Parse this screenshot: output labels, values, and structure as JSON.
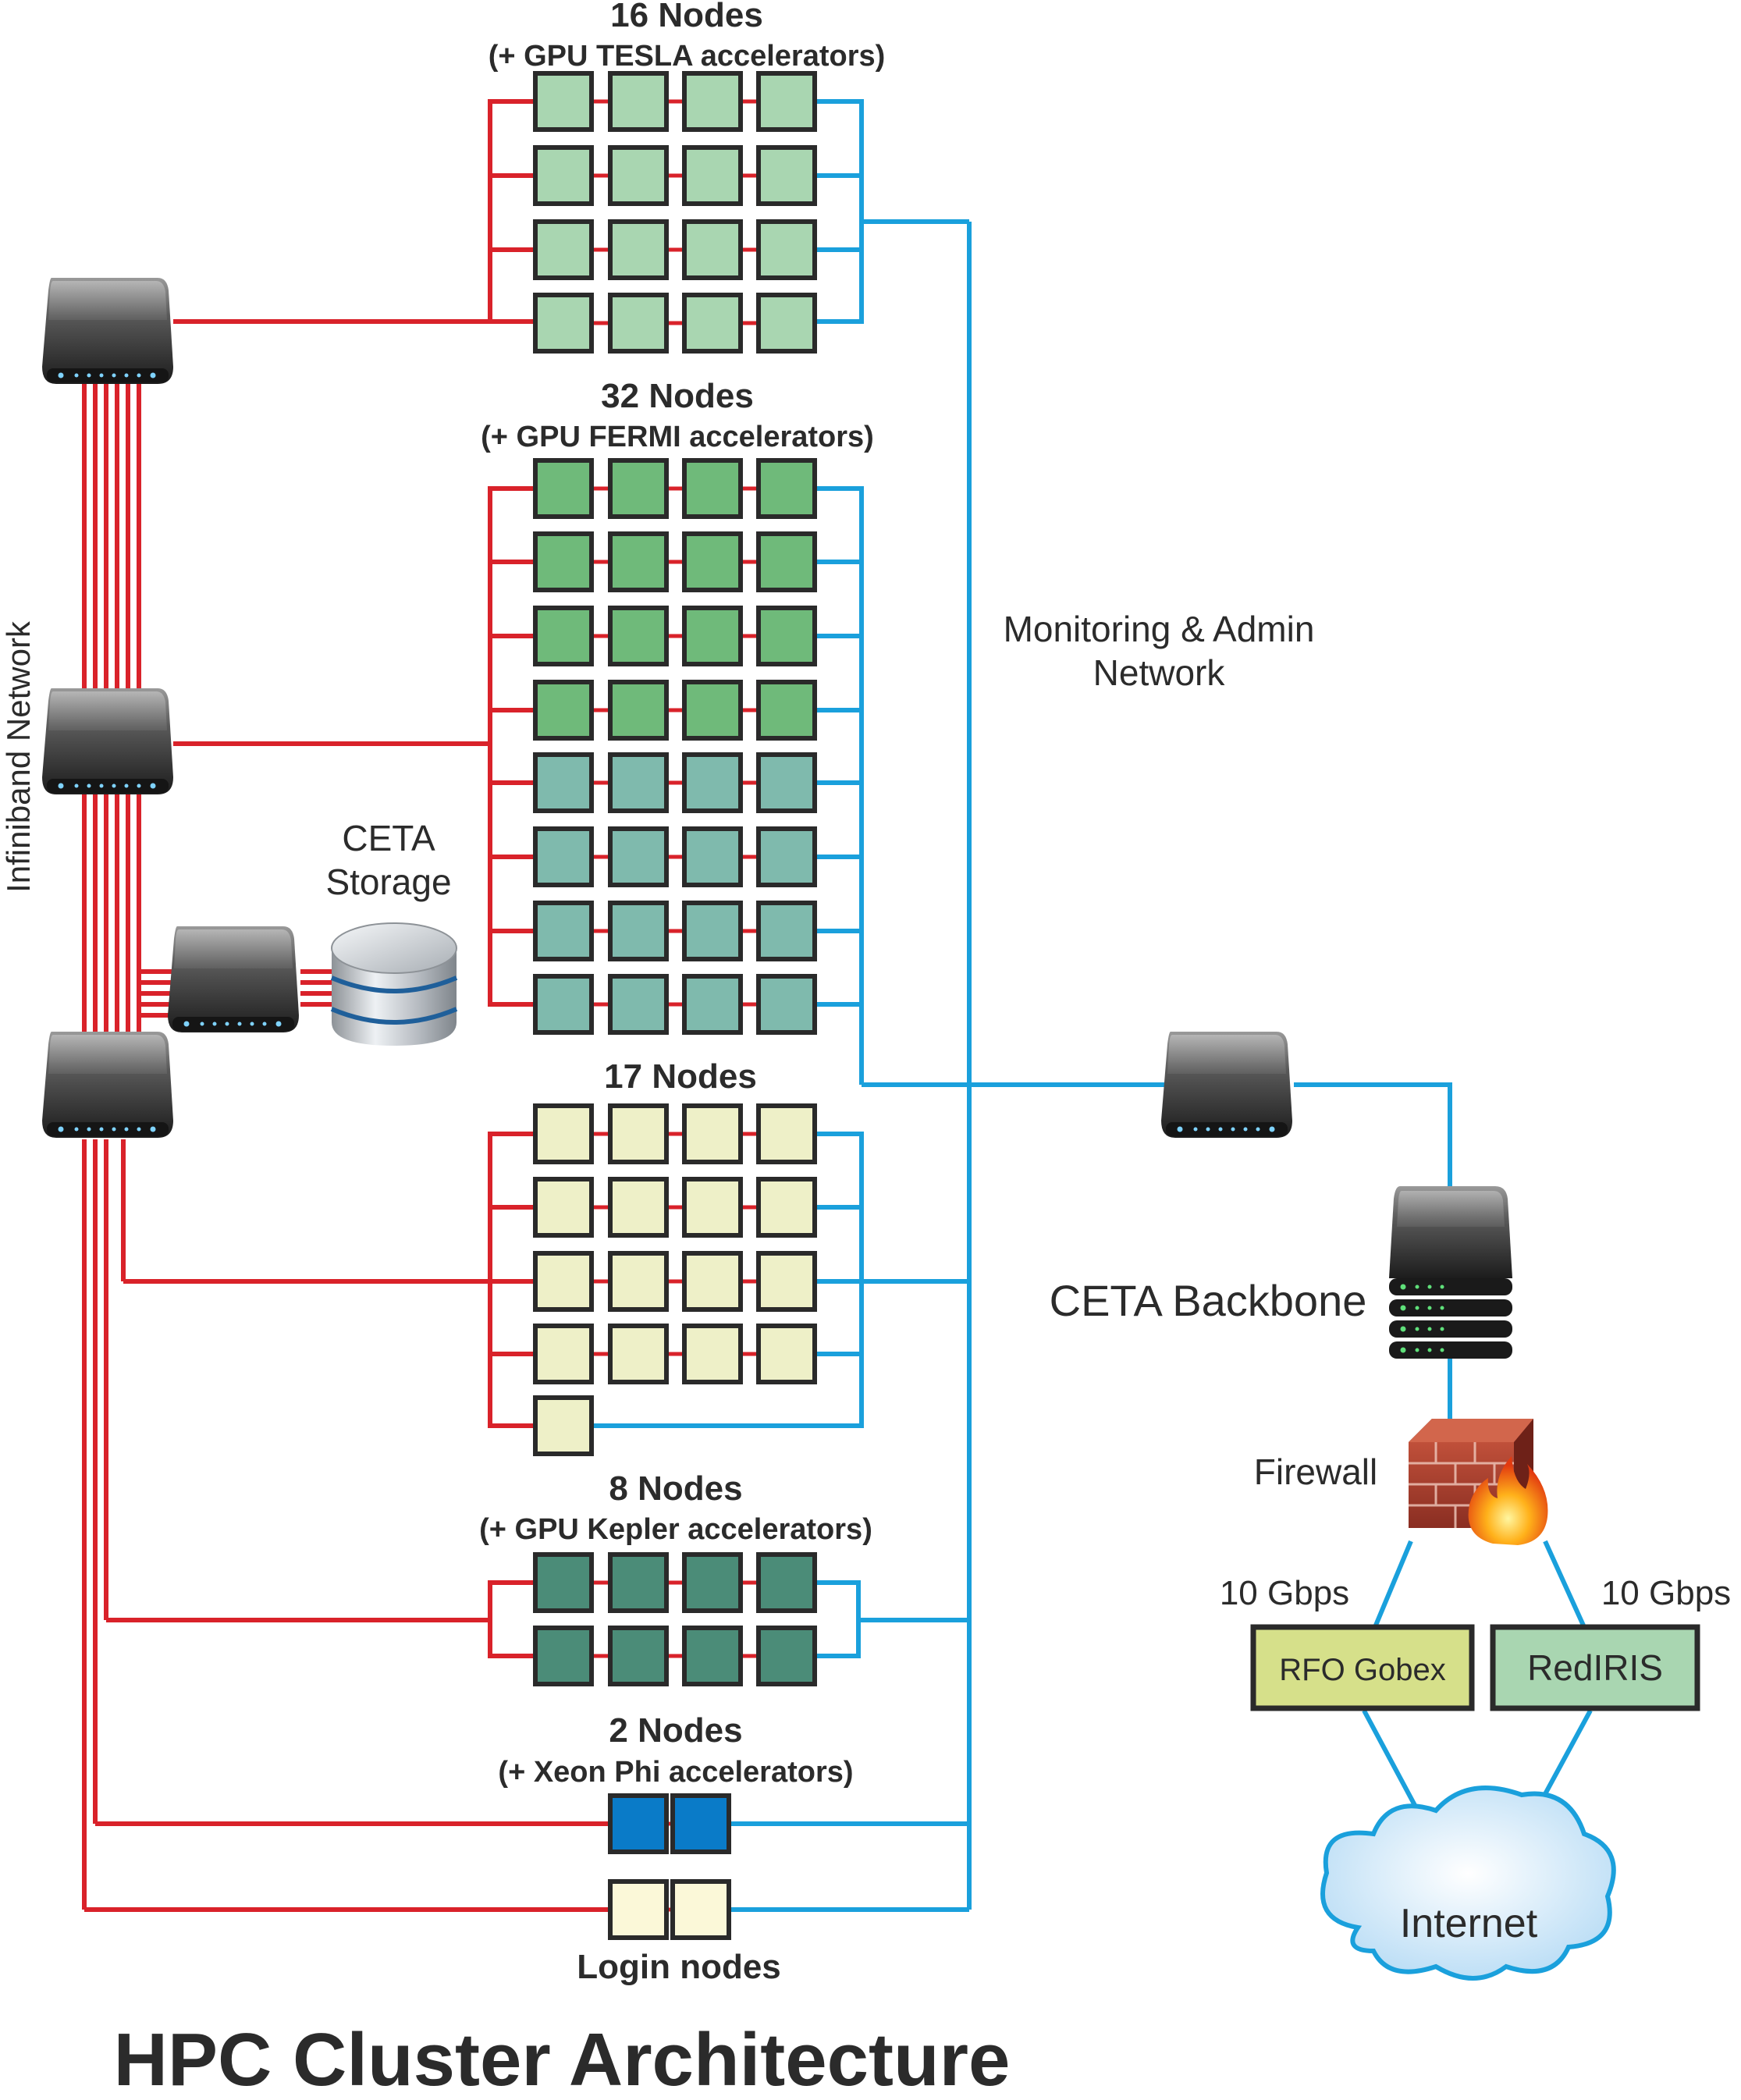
{
  "title": "HPC Cluster Architecture",
  "networks": {
    "infiniband_label": "Infiniband Network",
    "admin_label_line1": "Monitoring & Admin",
    "admin_label_line2": "Network"
  },
  "groups": {
    "tesla": {
      "title": "16 Nodes",
      "subtitle": "(+ GPU TESLA accelerators)",
      "color": "#a9d6b1"
    },
    "fermi": {
      "title": "32 Nodes",
      "subtitle": "(+ GPU FERMI accelerators)",
      "color": "#6fba7a",
      "color_alt": "#7fbaad"
    },
    "plain": {
      "title": "17 Nodes",
      "color": "#eef0c8"
    },
    "kepler": {
      "title": "8 Nodes",
      "subtitle": "(+ GPU Kepler accelerators)",
      "color": "#4b8c78"
    },
    "xeon": {
      "title": "2 Nodes",
      "subtitle": "(+ Xeon Phi accelerators)",
      "color": "#0a7bc8"
    },
    "login": {
      "title": "Login nodes",
      "color": "#fbf8d8"
    }
  },
  "storage": {
    "line1": "CETA",
    "line2": "Storage"
  },
  "backbone": {
    "label": "CETA Backbone"
  },
  "firewall": {
    "label": "Firewall"
  },
  "links": {
    "left_speed": "10 Gbps",
    "right_speed": "10 Gbps",
    "rfo": "RFO Gobex",
    "rediris": "RedIRIS"
  },
  "internet": {
    "label": "Internet"
  },
  "colors": {
    "infiniband": "#d9222a",
    "admin": "#1aa0dc",
    "rfo_fill": "#d6e08a",
    "rediris_fill": "#a9d6b1"
  }
}
